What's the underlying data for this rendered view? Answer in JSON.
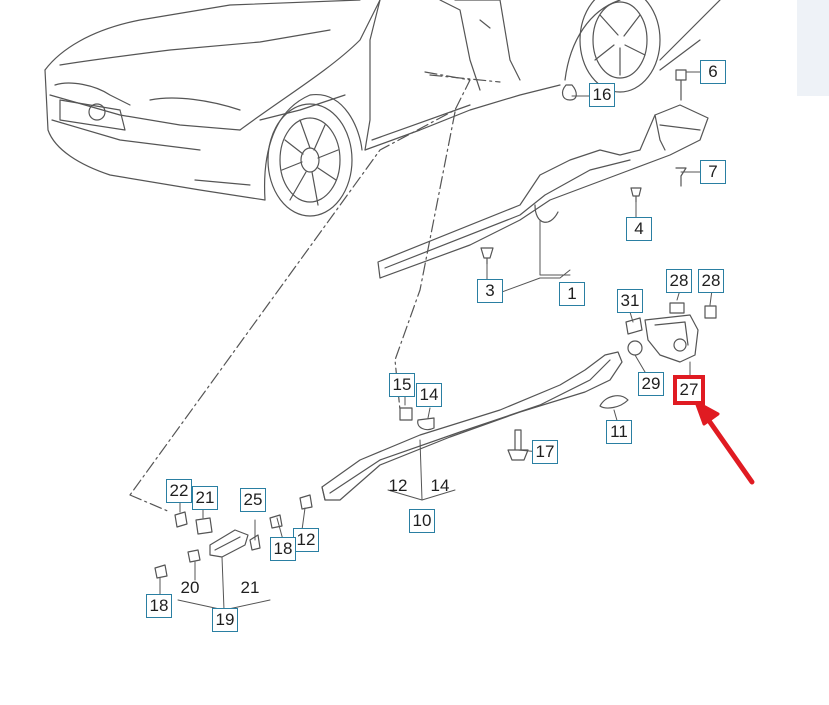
{
  "callouts": [
    {
      "id": "c6",
      "text": "6"
    },
    {
      "id": "c16",
      "text": "16"
    },
    {
      "id": "c7",
      "text": "7"
    },
    {
      "id": "c4",
      "text": "4"
    },
    {
      "id": "c3",
      "text": "3"
    },
    {
      "id": "c1",
      "text": "1"
    },
    {
      "id": "c28a",
      "text": "28"
    },
    {
      "id": "c28b",
      "text": "28"
    },
    {
      "id": "c31",
      "text": "31"
    },
    {
      "id": "c29",
      "text": "29"
    },
    {
      "id": "c27",
      "text": "27"
    },
    {
      "id": "c15",
      "text": "15"
    },
    {
      "id": "c14a",
      "text": "14"
    },
    {
      "id": "c11",
      "text": "11"
    },
    {
      "id": "c17",
      "text": "17"
    },
    {
      "id": "c12a",
      "text": "12"
    },
    {
      "id": "c14b",
      "text": "14"
    },
    {
      "id": "c10",
      "text": "10"
    },
    {
      "id": "c22",
      "text": "22"
    },
    {
      "id": "c21a",
      "text": "21"
    },
    {
      "id": "c25",
      "text": "25"
    },
    {
      "id": "c12b",
      "text": "12"
    },
    {
      "id": "c18a",
      "text": "18"
    },
    {
      "id": "c20",
      "text": "20"
    },
    {
      "id": "c21b",
      "text": "21"
    },
    {
      "id": "c18b",
      "text": "18"
    },
    {
      "id": "c19",
      "text": "19"
    }
  ],
  "colors": {
    "line": "#555555",
    "callout_border": "#2a7fa2",
    "highlight": "#e01b22"
  },
  "highlighted_part": "27"
}
